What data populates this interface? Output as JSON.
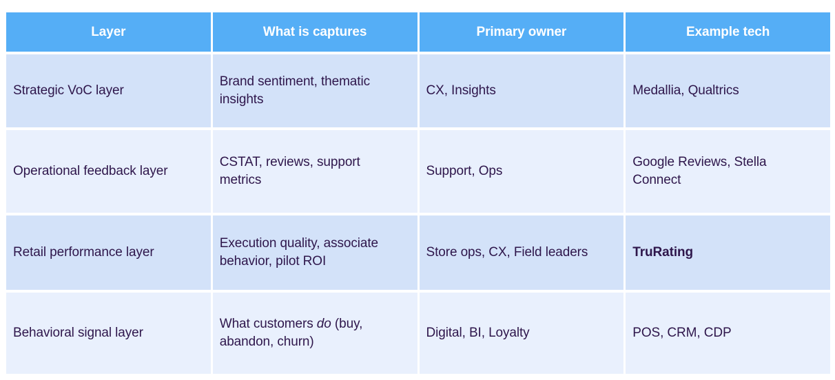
{
  "table": {
    "headers": {
      "layer": "Layer",
      "captures": "What is captures",
      "owner": "Primary owner",
      "tech": "Example tech"
    },
    "rows": [
      {
        "layer": "Strategic VoC layer",
        "captures": "Brand sentiment, thematic insights",
        "owner": "CX, Insights",
        "tech": "Medallia, Qualtrics"
      },
      {
        "layer": "Operational feedback layer",
        "captures": "CSTAT, reviews, support metrics",
        "owner": "Support, Ops",
        "tech": "Google Reviews, Stella Connect"
      },
      {
        "layer": "Retail performance layer",
        "captures": "Execution quality, associate behavior, pilot ROI",
        "owner": "Store ops, CX, Field leaders",
        "tech": "TruRating"
      },
      {
        "layer": "Behavioral signal layer",
        "captures_parts": {
          "before": "What customers ",
          "italic": "do",
          "after": " (buy, abandon, churn)"
        },
        "owner": "Digital, BI, Loyalty",
        "tech": "POS, CRM, CDP"
      }
    ]
  },
  "colors": {
    "header_bg": "#55AEF6",
    "header_text": "#FFFFFF",
    "row_dark": "#D3E2F9",
    "row_light": "#E9F0FD",
    "body_text": "#2E164B",
    "page_bg": "#FFFFFF"
  }
}
